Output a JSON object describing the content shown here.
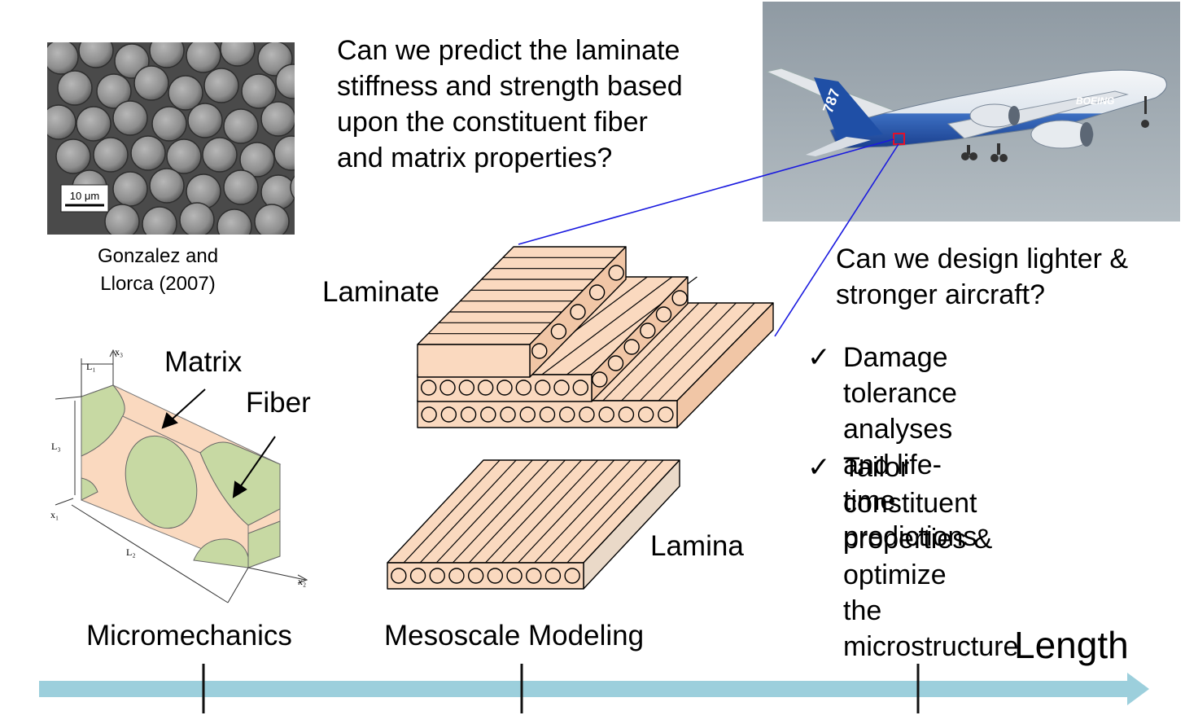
{
  "micrograph": {
    "scale_label": "10 μm",
    "citation": "Gonzalez and\nLlorca (2007)"
  },
  "questions": {
    "stiffness": "Can we predict the laminate\nstiffness and strength based\nupon the constituent fiber\nand matrix properties?",
    "design": "Can we design lighter &\nstronger aircraft?"
  },
  "aircraft": {
    "tail_text": "787",
    "fuselage_text": "BOEING"
  },
  "bullets": [
    {
      "mark": "✓",
      "text": "Damage tolerance\nanalyses and life-time\npredictions"
    },
    {
      "mark": "✓",
      "text": "Tailor constituent\nproperties & optimize\nthe microstructure"
    }
  ],
  "labels": {
    "laminate": "Laminate",
    "lamina": "Lamina",
    "matrix": "Matrix",
    "fiber": "Fiber",
    "axis_x1": "x₁",
    "axis_x2": "x₂",
    "axis_x3": "x₃",
    "dim_l1": "L₁",
    "dim_l2": "L₂",
    "dim_l3": "L₃"
  },
  "scale_axis": {
    "title": "Length",
    "micro": "Micromechanics",
    "meso": "Mesoscale Modeling"
  },
  "colors": {
    "ply_face": "#fad9bf",
    "ply_side": "#f1c6a6",
    "lamina_side": "#ead9c8",
    "fiber_green": "#c7d9a3",
    "arrow_blue": "#9ccfdc",
    "link_blue": "#1a1adf",
    "sky": "#9aa5ad"
  }
}
